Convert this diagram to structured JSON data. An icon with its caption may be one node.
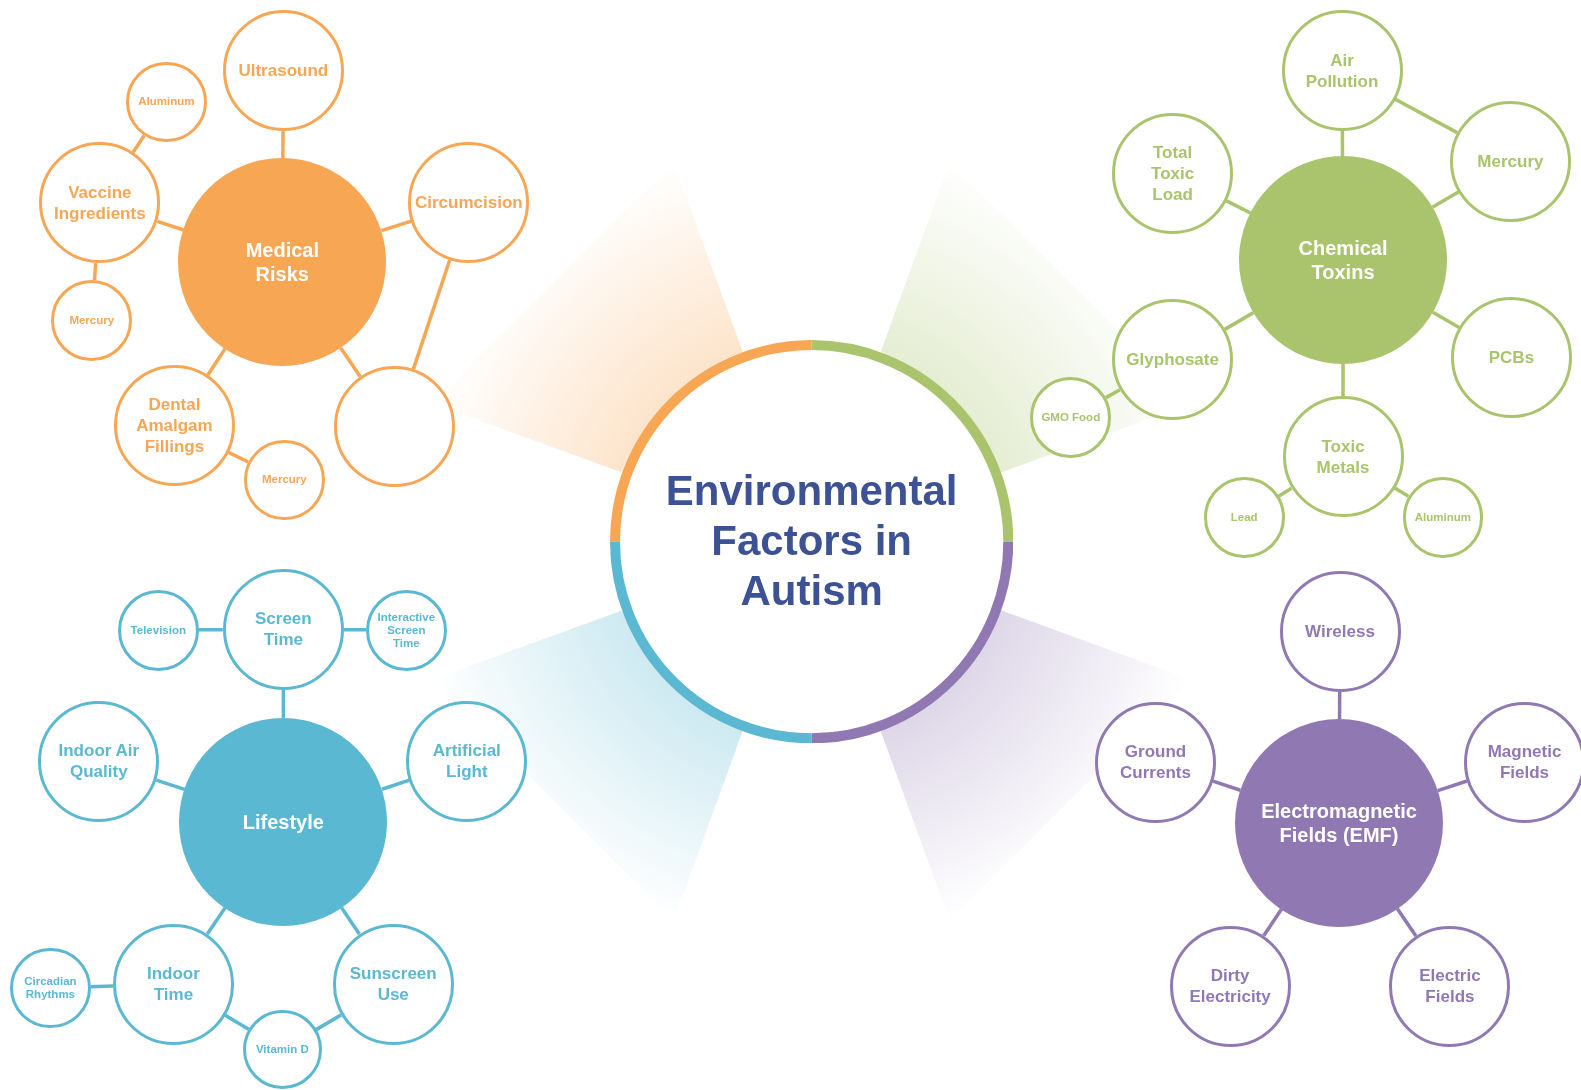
{
  "diagram": {
    "nodes": [
      {
        "text": [
          "Environmental Factors in Autism"
        ]
      },
      {
        "text": [
          "Medical Risks"
        ]
      },
      {
        "text": [
          "Ultrasound"
        ]
      },
      {
        "text": [
          "Aluminum"
        ]
      },
      {
        "text": [
          "Vaccine Ingredients"
        ]
      },
      {
        "text": [
          "Mercury"
        ]
      },
      {
        "text": [
          "Circumcision"
        ]
      },
      {
        "text": [],
        "shape": "circle"
      },
      {
        "text": [
          "Dental Amalgam Fillings"
        ]
      },
      {
        "text": [
          "Mercury"
        ]
      },
      {
        "text": [
          "Chemical Toxins"
        ]
      },
      {
        "text": [
          "Air Pollution"
        ]
      },
      {
        "text": [
          "Mercury"
        ]
      },
      {
        "text": [
          "Total Toxic Load"
        ]
      },
      {
        "text": [
          "Glyphosate"
        ]
      },
      {
        "text": [
          "GMO Food"
        ]
      },
      {
        "text": [
          "PCBs"
        ]
      },
      {
        "text": [
          "Toxic Metals"
        ]
      },
      {
        "text": [
          "Lead"
        ]
      },
      {
        "text": [
          "Aluminum"
        ]
      },
      {
        "text": [
          "Lifestyle"
        ]
      },
      {
        "text": [
          "Screen Time"
        ]
      },
      {
        "text": [
          "Television"
        ]
      },
      {
        "text": [
          "Interactive Screen Time"
        ]
      },
      {
        "text": [
          "Indoor Air Quality"
        ]
      },
      {
        "text": [
          "Artificial Light"
        ]
      },
      {
        "text": [
          "Indoor Time"
        ]
      },
      {
        "text": [
          "Circadian Rhythms"
        ]
      },
      {
        "text": [
          "Sunscreen Use"
        ]
      },
      {
        "text": [
          "Vitamin D"
        ]
      },
      {
        "text": [
          "Electromagnetic Fields (EMF)"
        ]
      },
      {
        "text": [
          "Wireless"
        ]
      },
      {
        "text": [
          "Ground Currents"
        ]
      },
      {
        "text": [
          "Magnetic Fields"
        ]
      },
      {
        "text": [
          "Dirty Electricity"
        ]
      },
      {
        "text": [
          "Electric Fields"
        ]
      }
    ],
    "edges": [
      {
        "from": 1,
        "to": 2,
        "arrow": "none",
        "color": "#f7a654"
      },
      {
        "from": 1,
        "to": 4,
        "arrow": "none",
        "color": "#f7a654"
      },
      {
        "from": 4,
        "to": 3,
        "arrow": "none",
        "color": "#f7a654"
      },
      {
        "from": 4,
        "to": 5,
        "arrow": "none",
        "color": "#f7a654"
      },
      {
        "from": 1,
        "to": 6,
        "arrow": "none",
        "color": "#f7a654"
      },
      {
        "from": 6,
        "to": 7,
        "arrow": "none",
        "color": "#f7a654"
      },
      {
        "from": 1,
        "to": 7,
        "arrow": "none",
        "color": "#f7a654"
      },
      {
        "from": 1,
        "to": 8,
        "arrow": "none",
        "color": "#f7a654"
      },
      {
        "from": 8,
        "to": 9,
        "arrow": "none",
        "color": "#f7a654"
      },
      {
        "from": 10,
        "to": 11,
        "arrow": "none",
        "color": "#a9c46c"
      },
      {
        "from": 11,
        "to": 12,
        "arrow": "none",
        "color": "#a9c46c"
      },
      {
        "from": 10,
        "to": 12,
        "arrow": "none",
        "color": "#a9c46c"
      },
      {
        "from": 10,
        "to": 13,
        "arrow": "none",
        "color": "#a9c46c"
      },
      {
        "from": 10,
        "to": 14,
        "arrow": "none",
        "color": "#a9c46c"
      },
      {
        "from": 14,
        "to": 15,
        "arrow": "none",
        "color": "#a9c46c"
      },
      {
        "from": 10,
        "to": 16,
        "arrow": "none",
        "color": "#a9c46c"
      },
      {
        "from": 10,
        "to": 17,
        "arrow": "none",
        "color": "#a9c46c"
      },
      {
        "from": 17,
        "to": 18,
        "arrow": "none",
        "color": "#a9c46c"
      },
      {
        "from": 17,
        "to": 19,
        "arrow": "none",
        "color": "#a9c46c"
      },
      {
        "from": 20,
        "to": 21,
        "arrow": "none",
        "color": "#5bb8d2"
      },
      {
        "from": 21,
        "to": 22,
        "arrow": "none",
        "color": "#5bb8d2"
      },
      {
        "from": 21,
        "to": 23,
        "arrow": "none",
        "color": "#5bb8d2"
      },
      {
        "from": 20,
        "to": 24,
        "arrow": "none",
        "color": "#5bb8d2"
      },
      {
        "from": 20,
        "to": 25,
        "arrow": "none",
        "color": "#5bb8d2"
      },
      {
        "from": 20,
        "to": 26,
        "arrow": "none",
        "color": "#5bb8d2"
      },
      {
        "from": 26,
        "to": 27,
        "arrow": "none",
        "color": "#5bb8d2"
      },
      {
        "from": 20,
        "to": 28,
        "arrow": "none",
        "color": "#5bb8d2"
      },
      {
        "from": 26,
        "to": 29,
        "arrow": "none",
        "color": "#5bb8d2"
      },
      {
        "from": 28,
        "to": 29,
        "arrow": "none",
        "color": "#5bb8d2"
      },
      {
        "from": 30,
        "to": 31,
        "arrow": "none",
        "color": "#9079b3"
      },
      {
        "from": 30,
        "to": 32,
        "arrow": "none",
        "color": "#9079b3"
      },
      {
        "from": 30,
        "to": 33,
        "arrow": "none",
        "color": "#9079b3"
      },
      {
        "from": 30,
        "to": 34,
        "arrow": "none",
        "color": "#9079b3"
      },
      {
        "from": 30,
        "to": 35,
        "arrow": "none",
        "color": "#9079b3"
      }
    ]
  }
}
